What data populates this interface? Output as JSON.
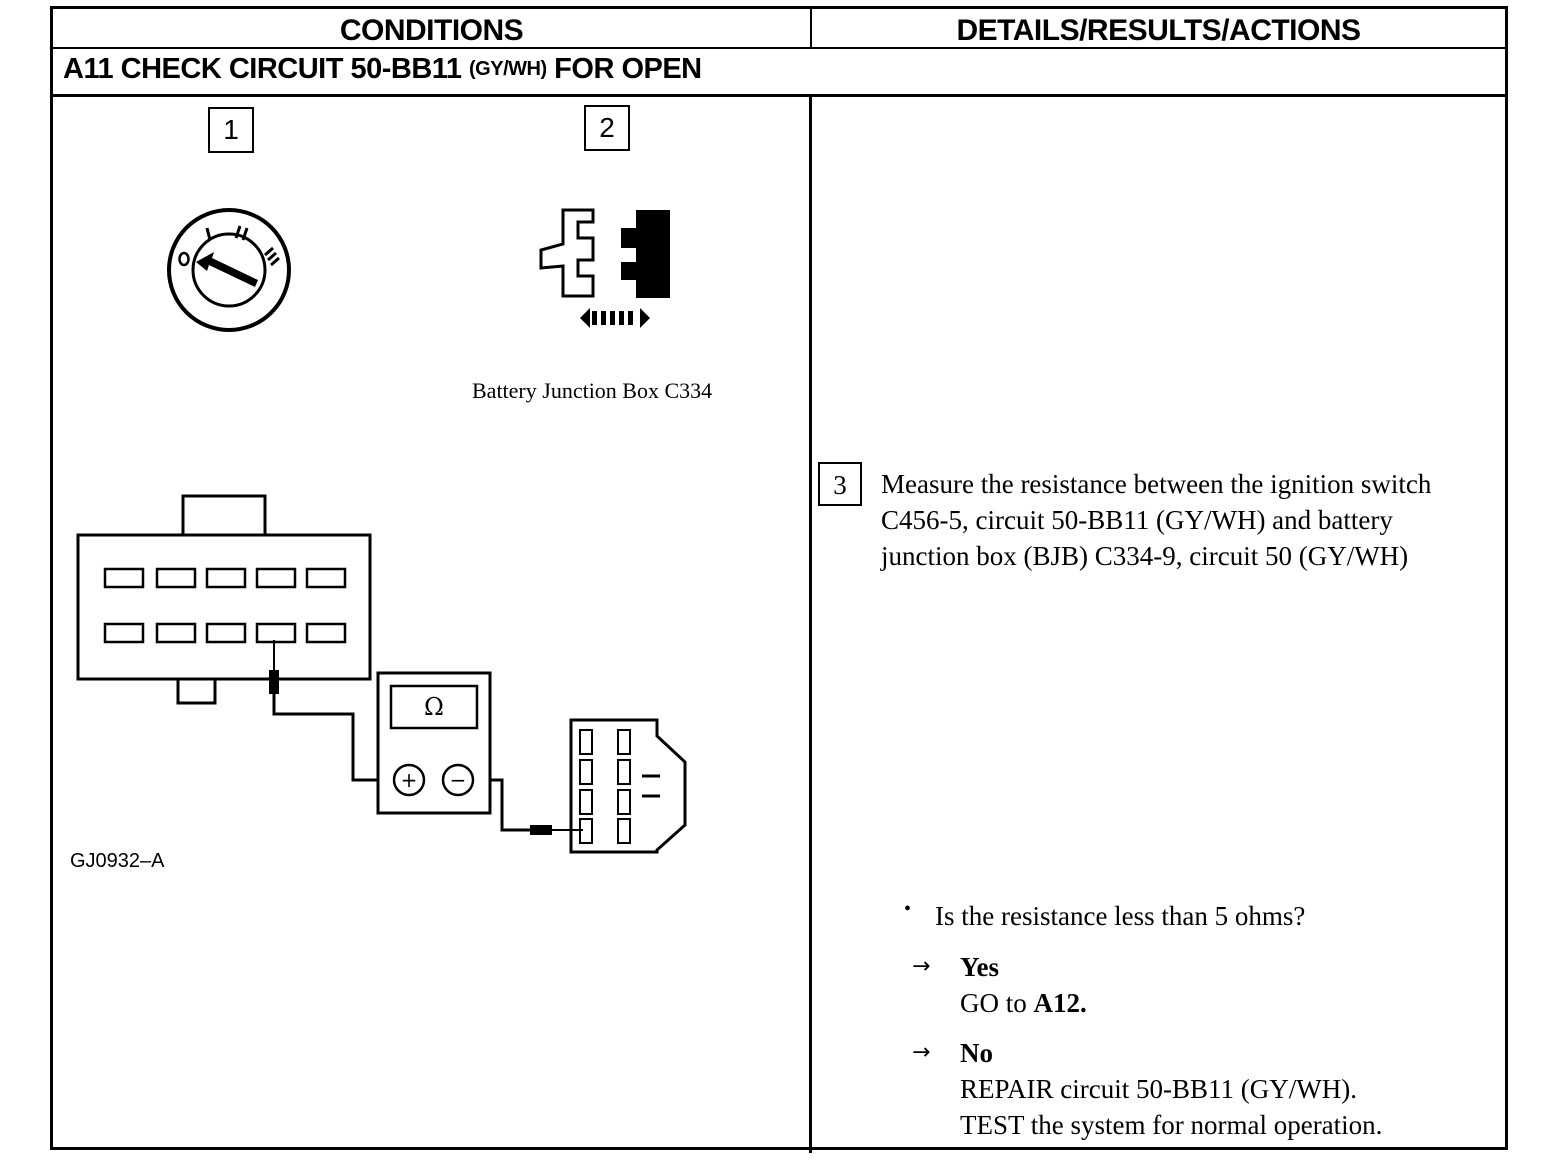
{
  "header": {
    "conditions": "CONDITIONS",
    "details": "DETAILS/RESULTS/ACTIONS"
  },
  "title": {
    "prefix": "A11 CHECK CIRCUIT 50-BB11",
    "wire_color": "(GY/WH)",
    "suffix": "FOR OPEN"
  },
  "steps": [
    {
      "number": "1"
    },
    {
      "number": "2",
      "caption": "Battery Junction Box C334"
    },
    {
      "number": "3",
      "instruction": "Measure the resistance between the ignition switch C456-5, circuit 50-BB11 (GY/WH) and battery junction box (BJB) C334-9, circuit 50 (GY/WH)"
    }
  ],
  "diagram": {
    "figure_id": "GJ0932–A",
    "ignition_positions": [
      "0",
      "I",
      "II",
      "III"
    ],
    "meter_symbol": "Ω",
    "plus": "+",
    "minus": "−"
  },
  "question": "Is the resistance less than 5 ohms?",
  "results": [
    {
      "arrow": "→",
      "answer": "Yes",
      "action_prefix": "GO to ",
      "action_target": "A12."
    },
    {
      "arrow": "→",
      "answer": "No",
      "action_line1": "REPAIR circuit 50-BB11 (GY/WH).",
      "action_line2": "TEST the system for normal operation."
    }
  ]
}
